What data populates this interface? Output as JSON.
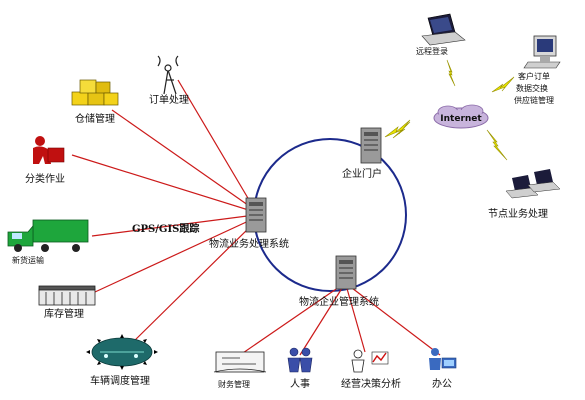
{
  "colors": {
    "ring": "#1c2a8c",
    "links": "#cc1a1a",
    "lightning": "#e8e400",
    "cloud": "#c8b4dc"
  },
  "nodes": {
    "internet": "Internet",
    "enterprise_portal": "企业门户",
    "remote_login": "远程登录",
    "client_order": [
      "客户订单",
      "数据交换",
      "供应链管理"
    ],
    "node_business": "节点业务处理",
    "logistics_business_system": "物流业务处理系统",
    "logistics_enterprise_system": "物流企业管理系统"
  },
  "left_nodes": {
    "order_processing": "订单处理",
    "warehouse_management": "仓储管理",
    "sorting": "分类作业",
    "gps_gis": "GPS/GIS跟踪",
    "new_transport": "新货运输",
    "inventory_management": "库存管理",
    "vehicle_dispatch": "车辆调度管理"
  },
  "bottom_nodes": {
    "finance": "财务管理",
    "hr": "人事",
    "decision_analysis": "经营决策分析",
    "office": "办公"
  },
  "icons": [
    "server-icon",
    "laptop-icon",
    "desktop-icon",
    "boxes-icon",
    "worker-icon",
    "truck-icon",
    "warehouse-icon",
    "vehicle-icon",
    "document-icon",
    "people-icon",
    "chart-icon",
    "office-icon",
    "antenna-icon"
  ]
}
